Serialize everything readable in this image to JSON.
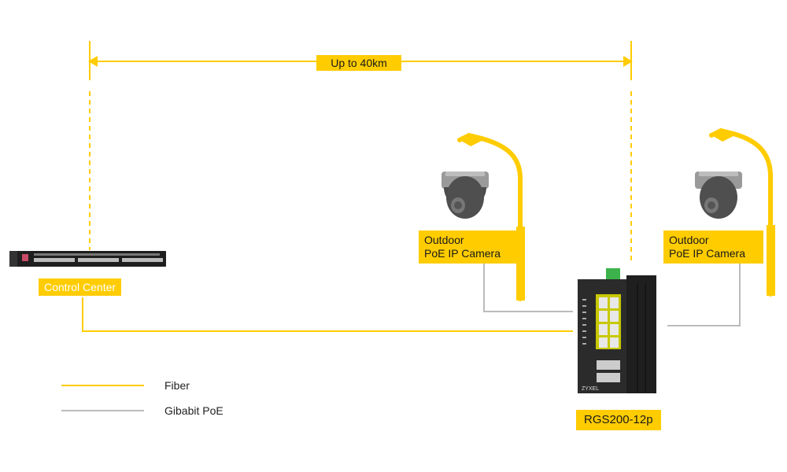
{
  "colors": {
    "fiber": "#ffcc00",
    "poe": "#bbbbbb",
    "label_bg": "#ffcc00",
    "device_dark": "#2a2a2a"
  },
  "distance": {
    "label": "Up to 40km",
    "icon": "double-arrow-icon"
  },
  "control_center": {
    "label": "Control Center",
    "device_icon": "rack-switch-icon"
  },
  "cameras": [
    {
      "line1": "Outdoor",
      "line2": "PoE IP Camera",
      "icon": "dome-camera-icon",
      "pole_icon": "street-lamp-icon"
    },
    {
      "line1": "Outdoor",
      "line2": "PoE IP Camera",
      "icon": "dome-camera-icon",
      "pole_icon": "street-lamp-icon"
    }
  ],
  "switch": {
    "label": "RGS200-12p",
    "brand": "ZYXEL",
    "icon": "industrial-switch-icon"
  },
  "legend": [
    {
      "label": "Fiber",
      "type": "fiber"
    },
    {
      "label": "Gibabit PoE",
      "type": "poe"
    }
  ]
}
